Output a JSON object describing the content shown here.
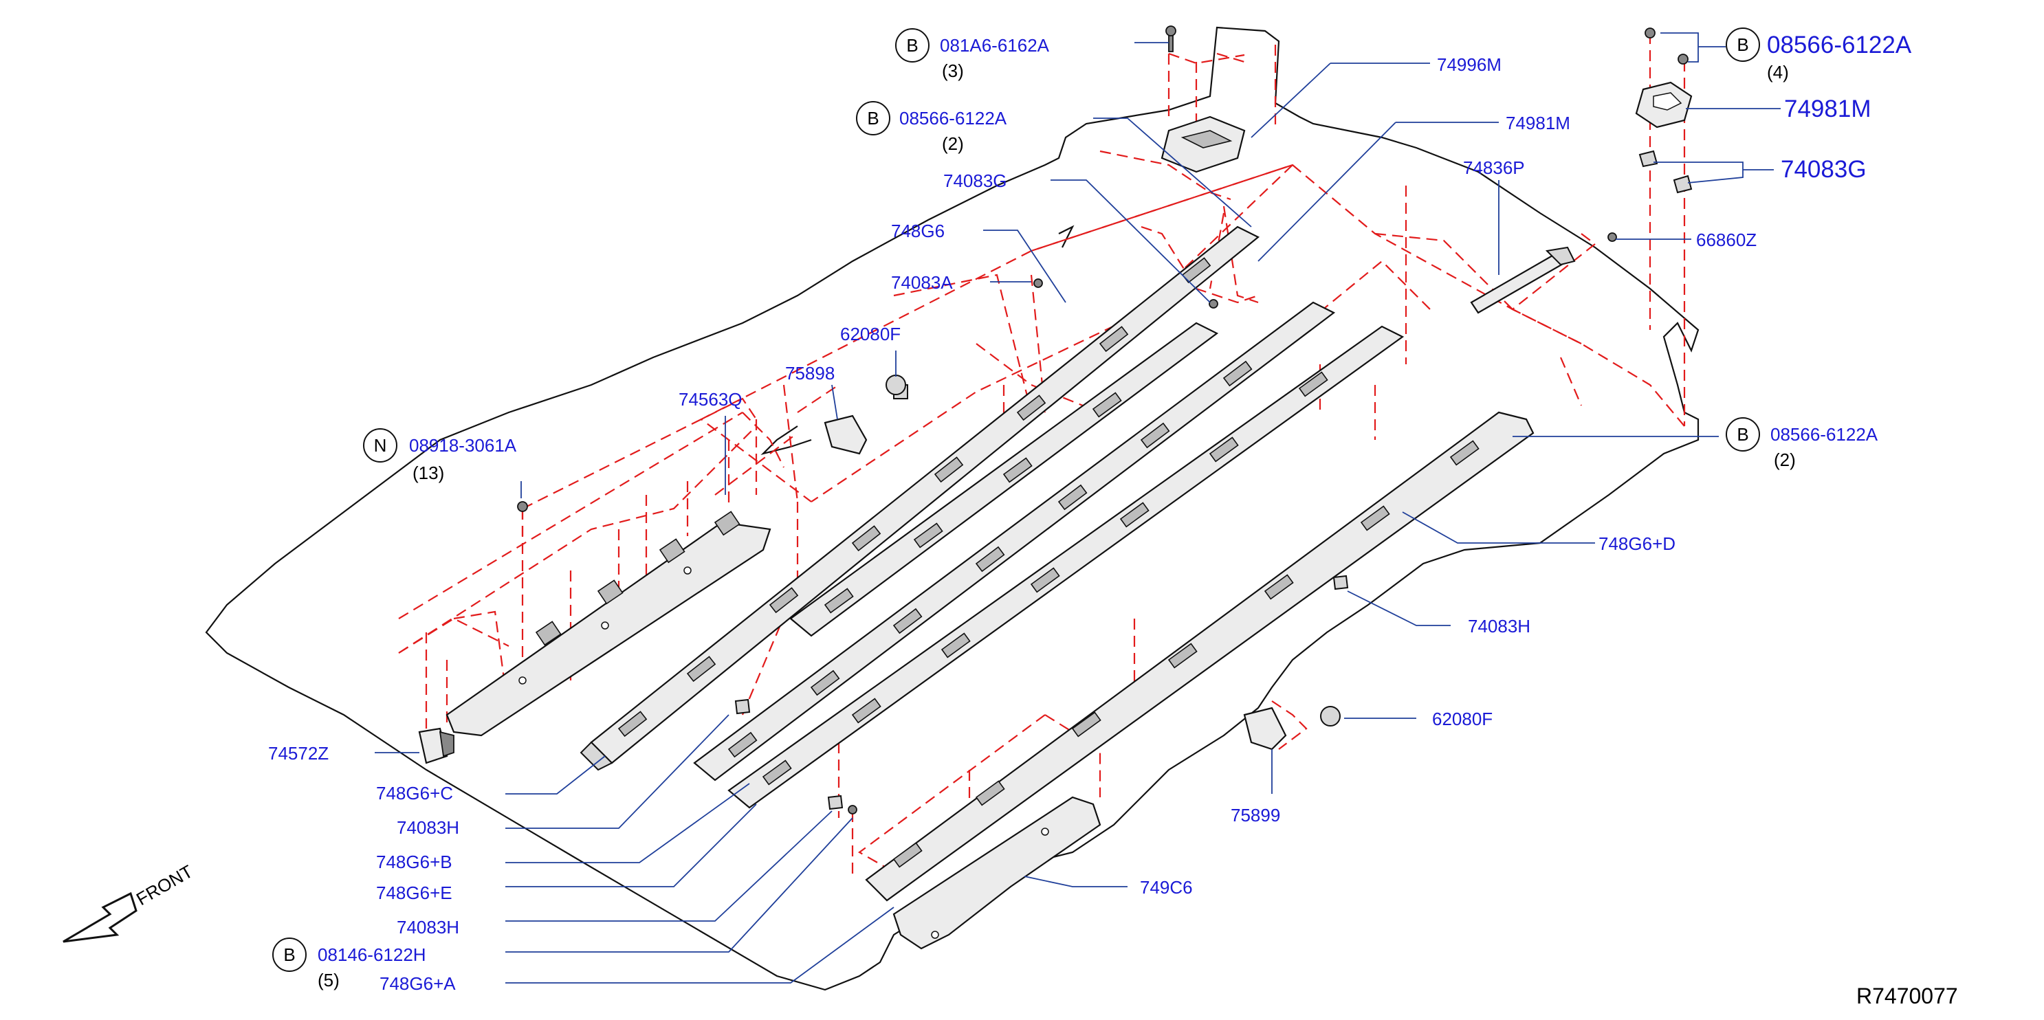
{
  "labels": {
    "l_081A6_6162A": "081A6-6162A",
    "q_081A6_6162A": "(3)",
    "l_08566_6122A_top": "08566-6122A",
    "q_08566_6122A_top": "(2)",
    "l_74996M": "74996M",
    "l_74981M_mid": "74981M",
    "l_08566_6122A_topright": "08566-6122A",
    "q_08566_6122A_topright": "(4)",
    "l_74981M_right": "74981M",
    "l_74083G_right": "74083G",
    "l_74083G_mid": "74083G",
    "l_74836P": "74836P",
    "l_748G6": "748G6",
    "l_66860Z": "66860Z",
    "l_74083A": "74083A",
    "l_62080F_top": "62080F",
    "l_75898": "75898",
    "l_74563Q": "74563Q",
    "l_08918_3061A": "08918-3061A",
    "q_08918_3061A": "(13)",
    "l_08566_6122A_right": "08566-6122A",
    "q_08566_6122A_right": "(2)",
    "l_748G6_D": "748G6+D",
    "l_74083H_right": "74083H",
    "l_62080F_bottom": "62080F",
    "l_75899": "75899",
    "l_749C6": "749C6",
    "l_74572Z": "74572Z",
    "l_748G6_C": "748G6+C",
    "l_74083H_left1": "74083H",
    "l_748G6_B": "748G6+B",
    "l_748G6_E": "748G6+E",
    "l_74083H_left2": "74083H",
    "l_08146_6122H": "08146-6122H",
    "q_08146_6122H": "(5)",
    "l_748G6_A": "748G6+A",
    "front": "FRONT",
    "ref": "R7470077"
  },
  "circles": {
    "c1": "B",
    "c2": "B",
    "c3": "B",
    "c4": "N",
    "c5": "B",
    "c6": "B"
  },
  "colors": {
    "label": "#1a1ad6",
    "leader": "#1f3f9a",
    "dashed": "#e21b1b",
    "line": "#111111"
  }
}
